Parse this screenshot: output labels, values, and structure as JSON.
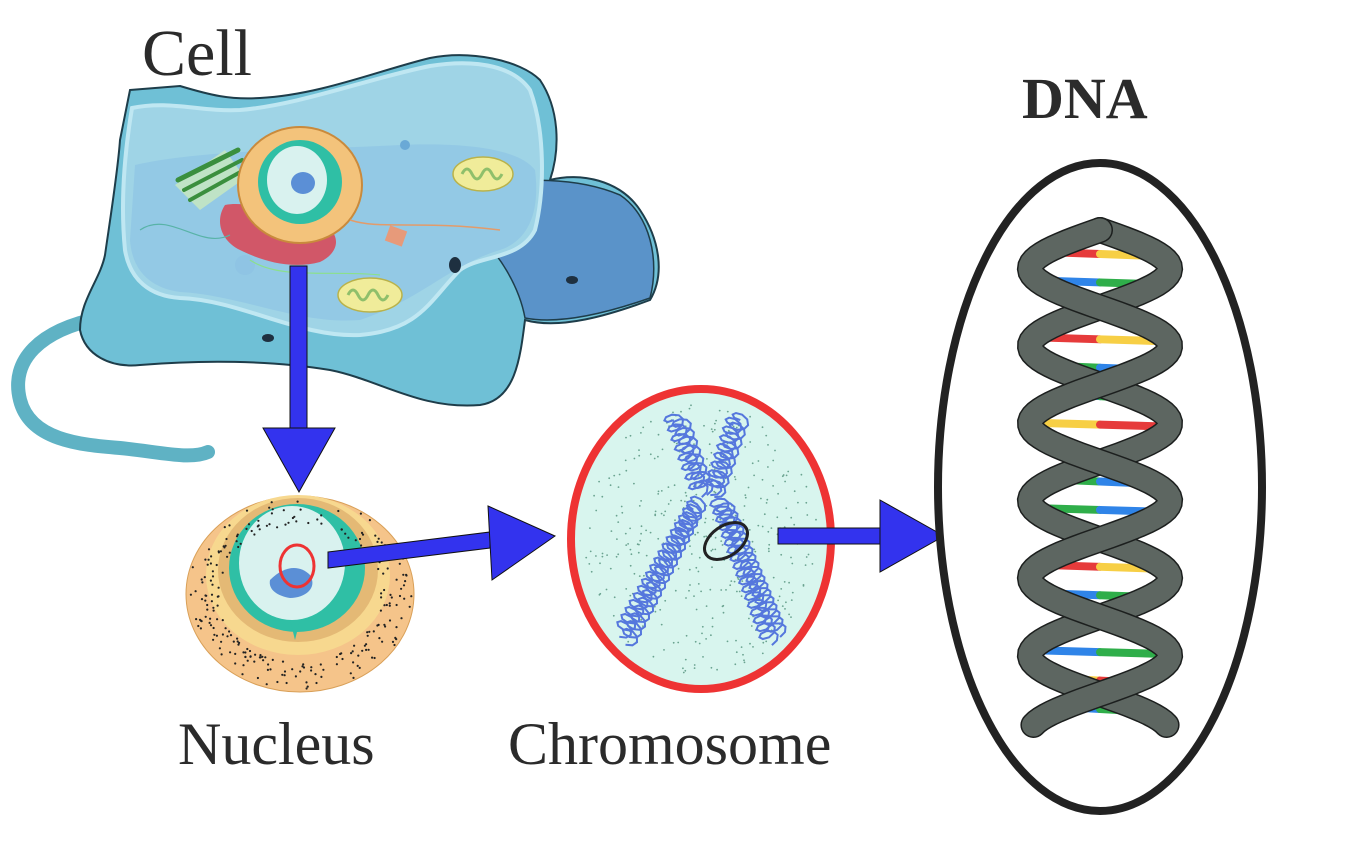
{
  "title": "Cell to DNA hierarchy",
  "labels": {
    "cell": "Cell",
    "nucleus": "Nucleus",
    "chromosome": "Chromosome",
    "dna": "DNA"
  },
  "colors": {
    "arrow": "#3333ee",
    "highlight_red": "#ee3333",
    "outline_black": "#222222",
    "cell_outer": "#6fc0d6",
    "cell_inner": "#9fd4e6",
    "cell_dark": "#5a93c9",
    "nucleus_outer": "#f5c48a",
    "nucleus_ring": "#2fbfa5",
    "nucleoplasm": "#d9f2ef",
    "nucleolus": "#5b8fd6",
    "chromosome_bg": "#d8f5ee",
    "chromatin": "#5577dd",
    "dna_backbone": "#5d6661",
    "base_red": "#e63b3b",
    "base_yellow": "#f7cf45",
    "base_blue": "#2f84e8",
    "base_green": "#2fae4a"
  },
  "flow": [
    "Cell",
    "Nucleus",
    "Chromosome",
    "DNA"
  ],
  "dna_base_pairs": [
    [
      "red",
      "yellow"
    ],
    [
      "blue",
      "green"
    ],
    [
      "yellow",
      "red"
    ],
    [
      "red",
      "yellow"
    ],
    [
      "green",
      "blue"
    ],
    [
      "blue",
      "green"
    ],
    [
      "yellow",
      "red"
    ],
    [
      "red",
      "yellow"
    ],
    [
      "green",
      "blue"
    ],
    [
      "green",
      "blue"
    ],
    [
      "yellow",
      "red"
    ],
    [
      "red",
      "yellow"
    ],
    [
      "blue",
      "green"
    ],
    [
      "yellow",
      "red"
    ],
    [
      "blue",
      "green"
    ],
    [
      "yellow",
      "red"
    ],
    [
      "blue",
      "green"
    ]
  ]
}
